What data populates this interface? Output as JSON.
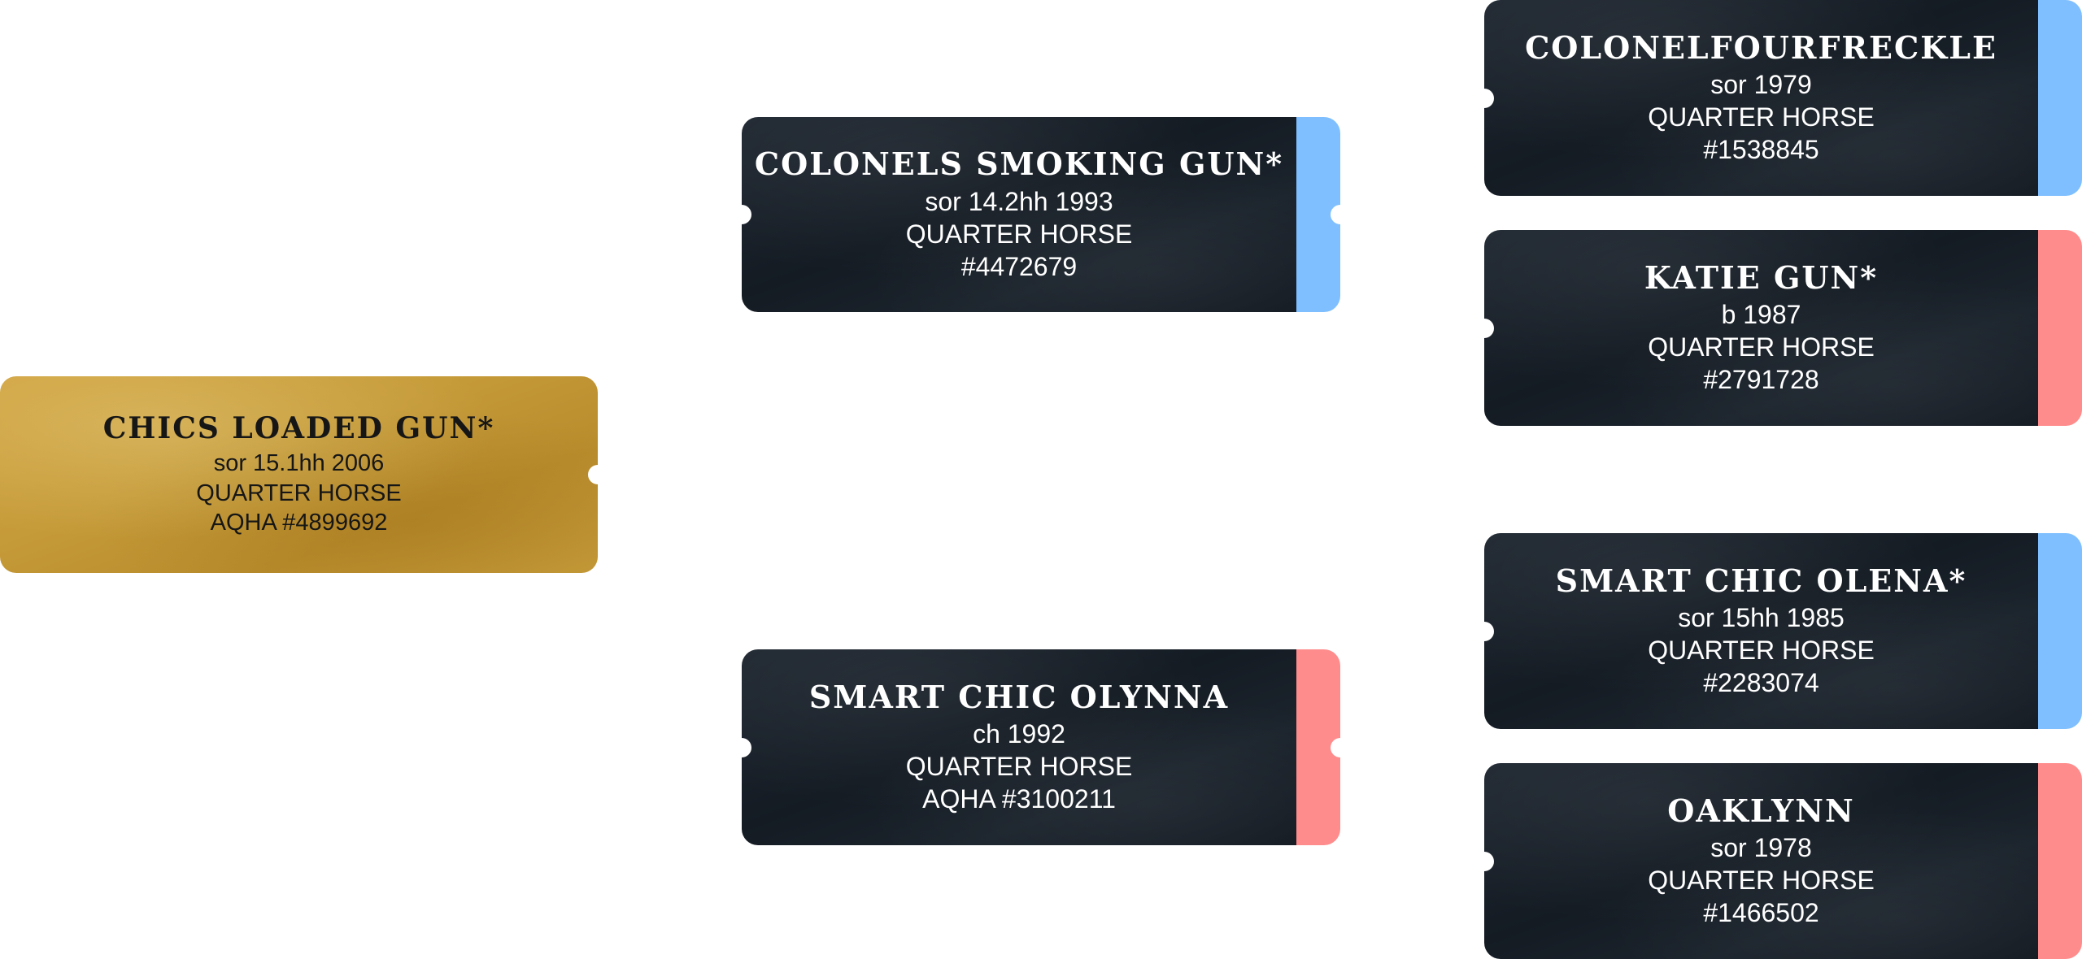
{
  "horses": {
    "subject": {
      "name": "CHICS LOADED GUN*",
      "line1": "sor 15.1hh 2006",
      "line2": "QUARTER HORSE",
      "line3": "AQHA #4899692"
    },
    "sire": {
      "name": "COLONELS SMOKING GUN*",
      "line1": "sor 14.2hh 1993",
      "line2": "QUARTER HORSE",
      "line3": "#4472679"
    },
    "dam": {
      "name": "SMART CHIC OLYNNA",
      "line1": "ch 1992",
      "line2": "QUARTER HORSE",
      "line3": "AQHA #3100211"
    },
    "sire_sire": {
      "name": "COLONELFOURFRECKLE",
      "line1": "sor 1979",
      "line2": "QUARTER HORSE",
      "line3": "#1538845"
    },
    "sire_dam": {
      "name": "KATIE GUN*",
      "line1": "b 1987",
      "line2": "QUARTER HORSE",
      "line3": "#2791728"
    },
    "dam_sire": {
      "name": "SMART CHIC OLENA*",
      "line1": "sor 15hh 1985",
      "line2": "QUARTER HORSE",
      "line3": "#2283074"
    },
    "dam_dam": {
      "name": "OAKLYNN",
      "line1": "sor 1978",
      "line2": "QUARTER HORSE",
      "line3": "#1466502"
    }
  },
  "colors": {
    "male_tab": "#7fbfff",
    "female_tab": "#ff8c8c",
    "dark_card": "#161d25",
    "gold_card": "#c59a38"
  }
}
